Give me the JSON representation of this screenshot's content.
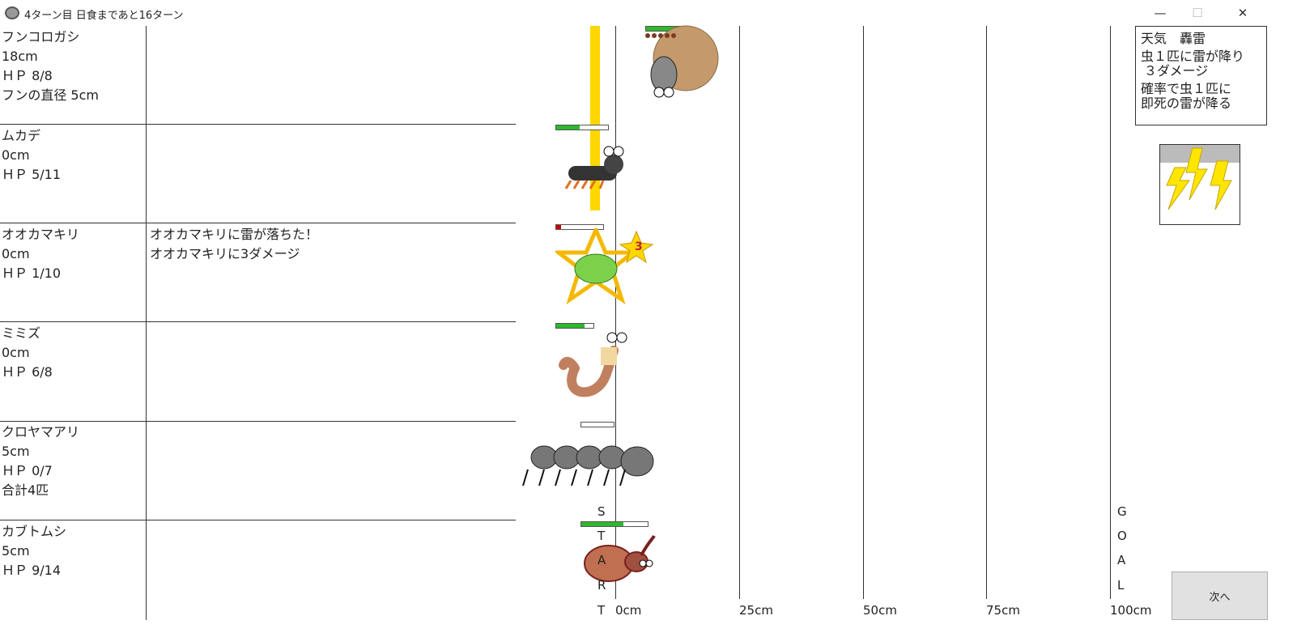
{
  "window": {
    "title": "4ターン目 日食まであと16ターン",
    "minimize": "—",
    "maximize": "☐",
    "close": "✕"
  },
  "bugs": [
    {
      "name": "フンコロガシ",
      "dist": "18cm",
      "hp": "ＨＰ 8/8",
      "extra": "フンの直径 5cm",
      "hp_fraction": 1.0,
      "log": []
    },
    {
      "name": "ムカデ",
      "dist": "0cm",
      "hp": "ＨＰ 5/11",
      "extra": "",
      "hp_fraction": 0.45,
      "log": []
    },
    {
      "name": "オオカマキリ",
      "dist": "0cm",
      "hp": "ＨＰ 1/10",
      "extra": "",
      "hp_fraction": 0.1,
      "log": [
        "オオカマキリに雷が落ちた！",
        "オオカマキリに3ダメージ"
      ],
      "damage": "3"
    },
    {
      "name": "ミミズ",
      "dist": "0cm",
      "hp": "ＨＰ 6/8",
      "extra": "",
      "hp_fraction": 0.75,
      "log": []
    },
    {
      "name": "クロヤマアリ",
      "dist": "5cm",
      "hp": "ＨＰ 0/7",
      "extra": "合計4匹",
      "hp_fraction": 0,
      "log": []
    },
    {
      "name": "カブトムシ",
      "dist": "5cm",
      "hp": "ＨＰ 9/14",
      "extra": "",
      "hp_fraction": 0.64,
      "log": []
    }
  ],
  "track": {
    "ticks": [
      "0cm",
      "25cm",
      "50cm",
      "75cm",
      "100cm"
    ],
    "start": [
      "S",
      "T",
      "A",
      "R",
      "T"
    ],
    "goal": [
      "G",
      "O",
      "A",
      "L"
    ]
  },
  "weather": {
    "title": "天気　轟雷",
    "lines": [
      "虫１匹に雷が降り",
      "３ダメージ",
      "確率で虫１匹に",
      "即死の雷が降る"
    ]
  },
  "next_button": "次へ"
}
